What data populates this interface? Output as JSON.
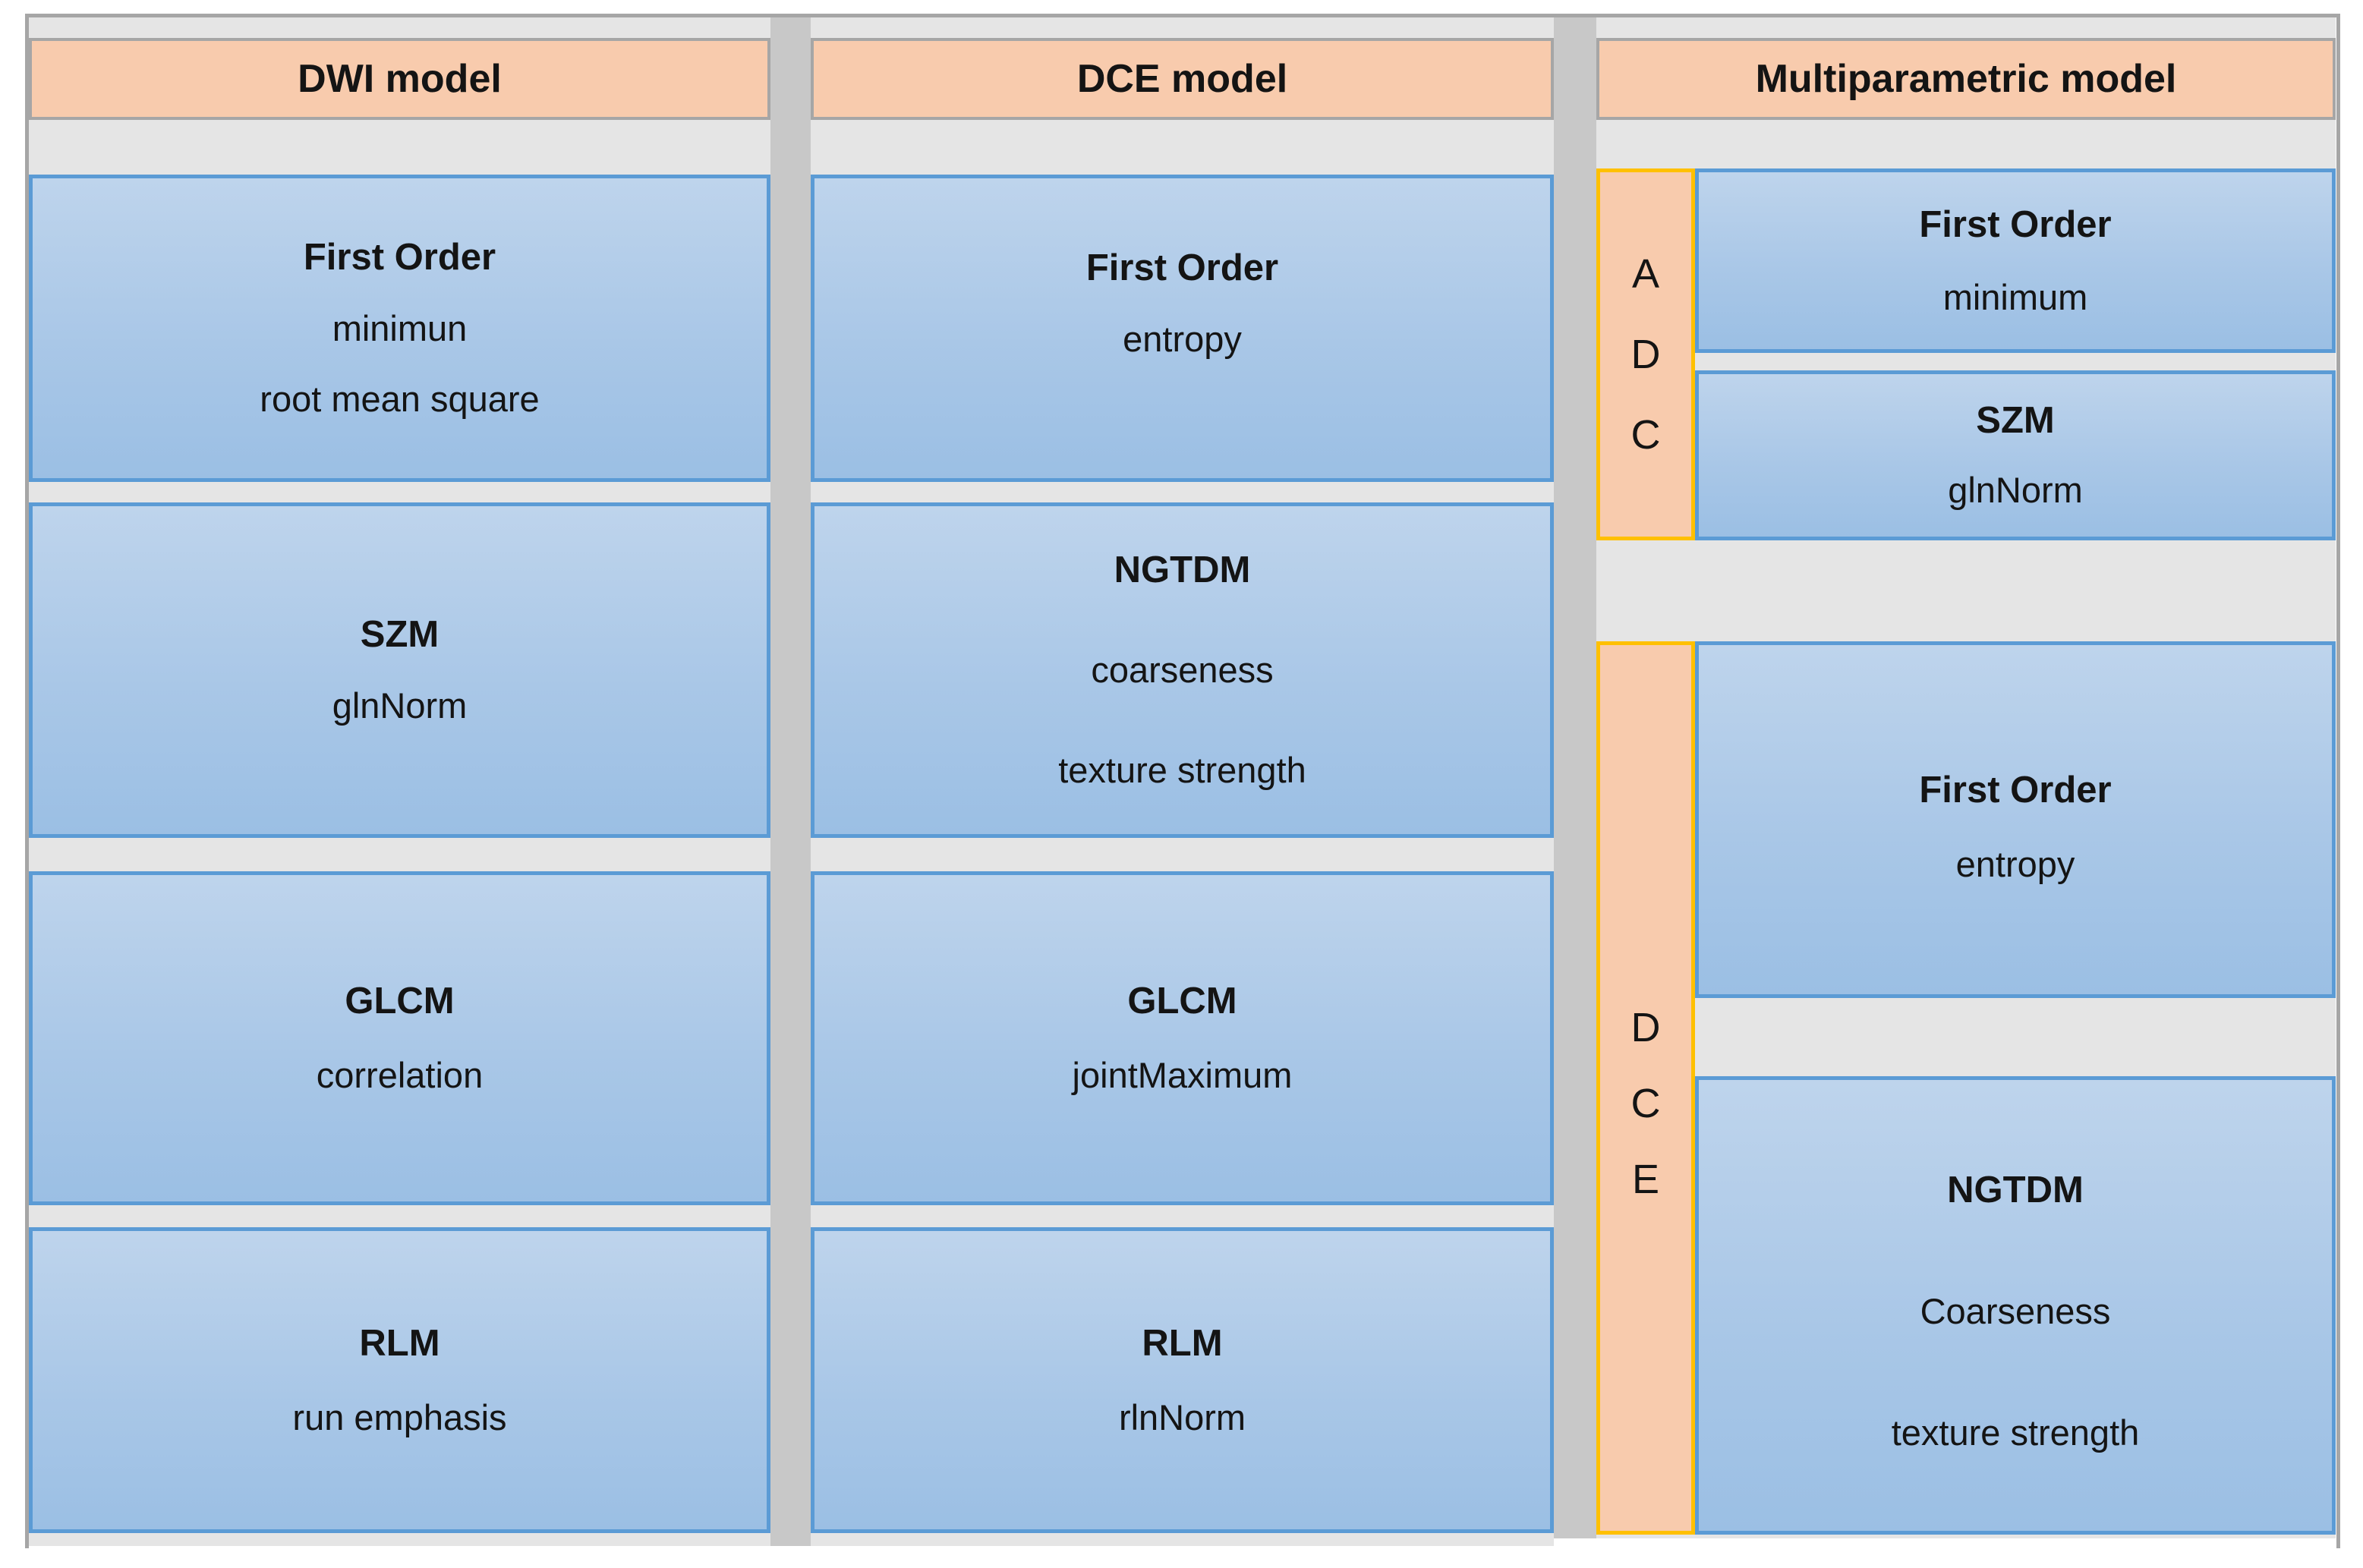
{
  "columns": [
    {
      "header": "DWI model",
      "boxes": [
        {
          "title": "First Order",
          "lines": [
            "minimun",
            "root mean square"
          ]
        },
        {
          "title": "SZM",
          "lines": [
            "glnNorm"
          ]
        },
        {
          "title": "GLCM",
          "lines": [
            "correlation"
          ]
        },
        {
          "title": "RLM",
          "lines": [
            "run emphasis"
          ]
        }
      ]
    },
    {
      "header": "DCE model",
      "boxes": [
        {
          "title": "First Order",
          "lines": [
            "entropy"
          ]
        },
        {
          "title": "NGTDM",
          "lines": [
            "coarseness",
            "texture strength"
          ]
        },
        {
          "title": "GLCM",
          "lines": [
            "jointMaximum"
          ]
        },
        {
          "title": "RLM",
          "lines": [
            "rlnNorm"
          ]
        }
      ]
    },
    {
      "header": "Multiparametric model",
      "groups": [
        {
          "label": "ADC",
          "letters": [
            "A",
            "D",
            "C"
          ],
          "boxes": [
            {
              "title": "First Order",
              "lines": [
                "minimum"
              ]
            },
            {
              "title": "SZM",
              "lines": [
                "glnNorm"
              ]
            }
          ]
        },
        {
          "label": "DCE",
          "letters": [
            "D",
            "C",
            "E"
          ],
          "boxes": [
            {
              "title": "First Order",
              "lines": [
                "entropy"
              ]
            },
            {
              "title": "NGTDM",
              "lines": [
                "Coarseness",
                "texture strength"
              ]
            }
          ]
        }
      ]
    }
  ],
  "colors": {
    "header_fill": "#f8cbad",
    "header_border": "#a6a6a6",
    "feature_box_fill_top": "#bed4ec",
    "feature_box_fill_bottom": "#9bbfe4",
    "feature_box_border": "#5b9bd5",
    "modality_strip_fill": "#f8cbad",
    "modality_strip_border": "#ffc000",
    "column_panel_gray": "#e5e5e5",
    "column_gap_gray": "#c8c8c8",
    "frame_border_gray": "#a6a6a6"
  }
}
